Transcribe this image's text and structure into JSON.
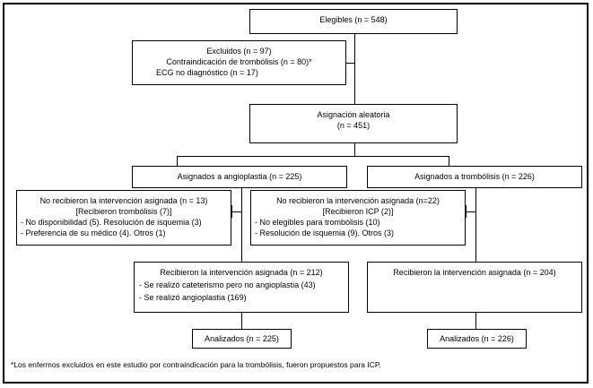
{
  "figure": {
    "type": "consort-flow-diagram",
    "language": "es",
    "border_color": "#000000",
    "background_color": "#ffffff",
    "text_color": "#000000"
  },
  "nodes": {
    "eligibles": {
      "line1": "Elegibles (n = 548)"
    },
    "excluidos": {
      "line1": "Excluidos (n = 97)",
      "line2": "Contraindicación de trombólisis (n = 80)*",
      "line3": "ECG no diagnóstico (n = 17)"
    },
    "asignacion": {
      "line1": "Asignación aleatoria",
      "line2": "(n = 451)"
    },
    "asignados_angioplastia": {
      "line1": "Asignados a angioplastia (n = 225)"
    },
    "asignados_trombolisis": {
      "line1": "Asignados a trombólisis (n = 226)"
    },
    "no_recibieron_izq": {
      "line1": "No recibieron la intervención asignada (n = 13)",
      "line2": "[Recibieron trombólisis (7)]",
      "line3": "- No disponibilidad (5). Resolución de isquemia (3)",
      "line4": "- Preferencia de su médico (4). Otros (1)"
    },
    "no_recibieron_der": {
      "line1": "No recibieron la intervención asignada (n=22)",
      "line2": "[Recibieron ICP (2)]",
      "line3": "- No elegibles para trombólisis (10)",
      "line4": "- Resolución de isquemia (9). Otros (3)"
    },
    "recibieron_izq": {
      "line1": "Recibieron la intervención asignada (n = 212)",
      "line2": "- Se realizó cateterismo pero no angioplastia (43)",
      "line3": "- Se realizó angioplastia (169)"
    },
    "recibieron_der": {
      "line1": "Recibieron la intervención asignada (n = 204)"
    },
    "analizados_izq": {
      "line1": "Analizados (n = 225)"
    },
    "analizados_der": {
      "line1": "Analizados (n = 226)"
    }
  },
  "footnote": {
    "text": "*Los enfermos excluidos en este estudio por contraindicación para la trombólisis, fueron propuestos para ICP."
  }
}
